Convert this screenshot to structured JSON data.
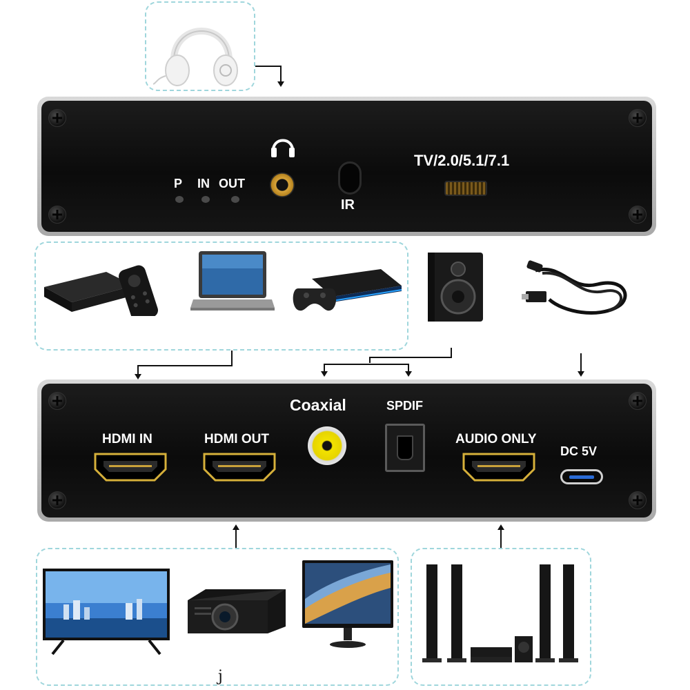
{
  "top_panel": {
    "led_labels": [
      "P",
      "IN",
      "OUT"
    ],
    "ir_label": "IR",
    "optical_label": "TV/2.0/5.1/7.1"
  },
  "bottom_panel": {
    "coaxial_label": "Coaxial",
    "spdif_label": "SPDIF",
    "hdmi_in_label": "HDMI IN",
    "hdmi_out_label": "HDMI OUT",
    "audio_only_label": "AUDIO ONLY",
    "dc_label": "DC 5V"
  },
  "icons": {
    "headphones": "headphones-icon",
    "streaming_box": "streaming-box-icon",
    "laptop": "laptop-icon",
    "console": "game-console-icon",
    "speaker": "speaker-icon",
    "usb_cable": "usb-cable-icon",
    "tv": "tv-icon",
    "projector": "projector-icon",
    "monitor": "monitor-icon",
    "home_theater": "home-theater-icon"
  },
  "footer_mark": "j",
  "colors": {
    "dash_border": "#9fd6dc",
    "panel": "#111111",
    "gold": "#d6b03a",
    "rca_yellow": "#f2e200"
  }
}
